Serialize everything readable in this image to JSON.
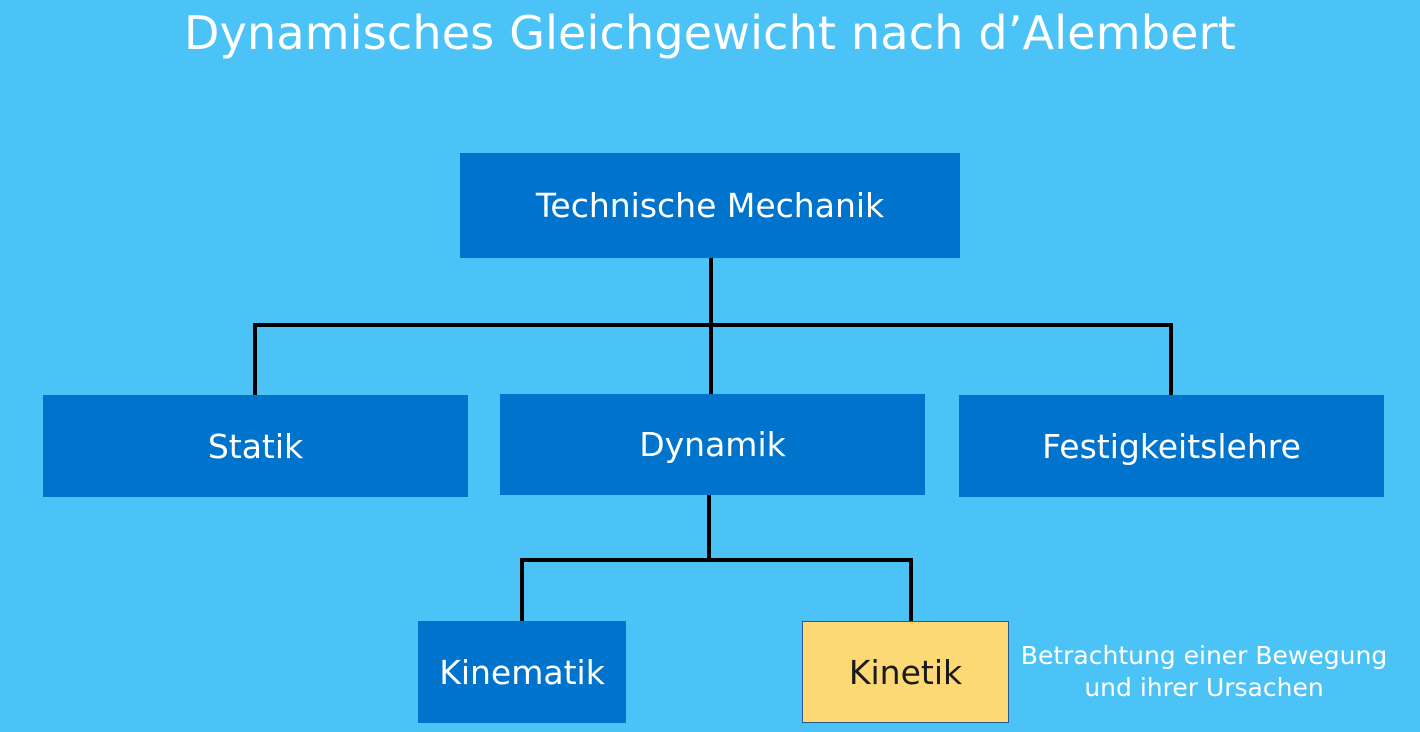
{
  "title": "Dynamisches Gleichgewicht nach d’Alembert",
  "colors": {
    "background": "#4cc3f7",
    "node": "#0074cc",
    "highlight": "#fcd975",
    "connector": "#000000"
  },
  "nodes": {
    "root": "Technische Mechanik",
    "statik": "Statik",
    "dynamik": "Dynamik",
    "festigkeitslehre": "Festigkeitslehre",
    "kinematik": "Kinematik",
    "kinetik": "Kinetik"
  },
  "annotation": {
    "line1": "Betrachtung einer Bewegung",
    "line2": "und ihrer Ursachen"
  }
}
